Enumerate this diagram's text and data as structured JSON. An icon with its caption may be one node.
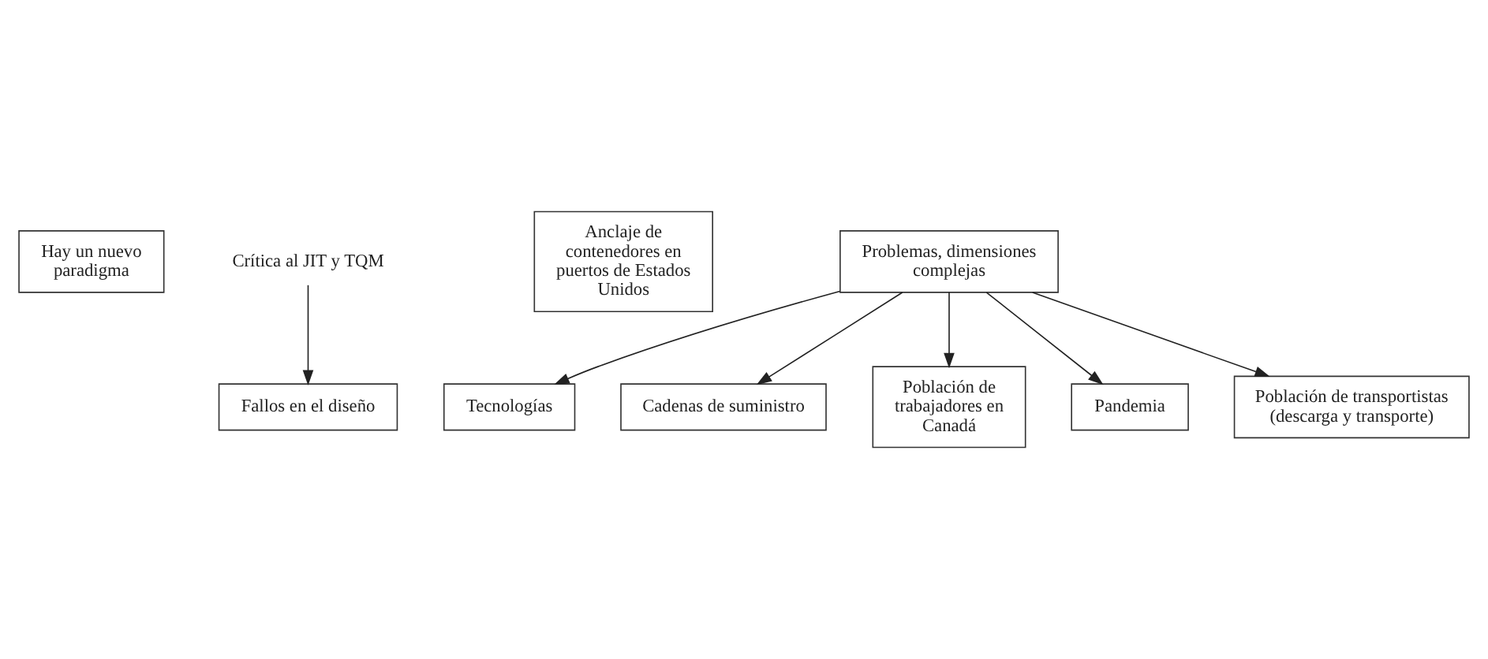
{
  "diagram": {
    "nodes": [
      {
        "text": [
          "Hay un nuevo paradigma"
        ]
      },
      {
        "text": [
          "Crítica al JIT y TQM"
        ]
      },
      {
        "text": [
          "Fallos en el diseño"
        ]
      },
      {
        "text": [
          "Anclaje de contenedores en puertos de Estados Unidos"
        ]
      },
      {
        "text": [
          "Problemas, dimensiones complejas"
        ]
      },
      {
        "text": [
          "Tecnologías"
        ]
      },
      {
        "text": [
          "Cadenas de suministro"
        ]
      },
      {
        "text": [
          "Población de trabajadores en Canadá"
        ]
      },
      {
        "text": [
          "Pandemia"
        ]
      },
      {
        "text": [
          "Población de transportistas (descarga y transporte)"
        ]
      }
    ],
    "edges": [
      {
        "from": 1,
        "to": 2,
        "arrow": "to"
      },
      {
        "from": 4,
        "to": 5,
        "arrow": "to"
      },
      {
        "from": 4,
        "to": 6,
        "arrow": "to"
      },
      {
        "from": 4,
        "to": 7,
        "arrow": "to"
      },
      {
        "from": 4,
        "to": 8,
        "arrow": "to"
      },
      {
        "from": 4,
        "to": 9,
        "arrow": "to"
      }
    ]
  }
}
